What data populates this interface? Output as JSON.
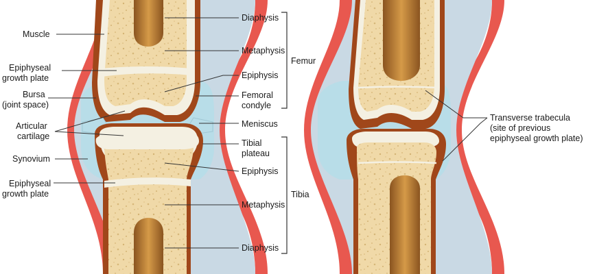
{
  "labels_left": {
    "muscle": "Muscle",
    "epiphyseal_growth_plate_upper": [
      "Epiphyseal",
      "growth plate"
    ],
    "bursa": [
      "Bursa",
      "(joint space)"
    ],
    "articular_cartilage": [
      "Articular",
      "cartilage"
    ],
    "synovium": "Synovium",
    "epiphyseal_growth_plate_lower": [
      "Epiphyseal",
      "growth plate"
    ]
  },
  "labels_right": {
    "diaphysis_top": "Diaphysis",
    "metaphysis_top": "Metaphysis",
    "epiphysis_top": "Epiphysis",
    "femoral_condyle": [
      "Femoral",
      "condyle"
    ],
    "meniscus": "Meniscus",
    "tibial_plateau": [
      "Tibial",
      "plateau"
    ],
    "epiphysis_bottom": "Epiphysis",
    "metaphysis_bottom": "Metaphysis",
    "diaphysis_bottom": "Diaphysis"
  },
  "bone_groups": {
    "femur": "Femur",
    "tibia": "Tibia"
  },
  "adult_joint": {
    "transverse_trabecula": [
      "Transverse trabecula",
      "(site of previous",
      "epiphyseal growth plate)"
    ]
  },
  "colors": {
    "muscle": "#e8584f",
    "synovium": "#c9d9e4",
    "joint_space": "#b8dde8",
    "capsule_brown": "#a0471a",
    "cartilage": "#f4f0e2",
    "spongy_bone": "#f0d9a8",
    "marrow": "#c68a3a",
    "marrow_dark": "#8a5420"
  }
}
